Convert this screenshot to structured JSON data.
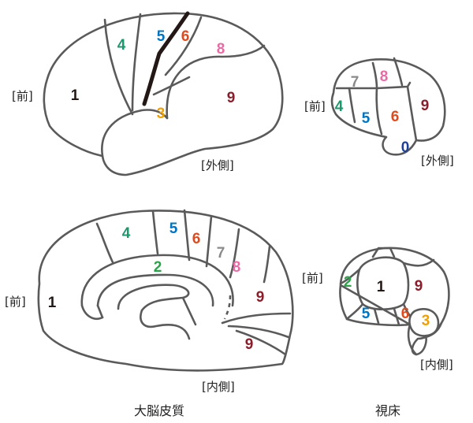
{
  "colors": {
    "1": "#231815",
    "2": "#2aa34a",
    "3": "#f0a000",
    "4": "#1a9a6c",
    "5": "#0075c2",
    "6": "#e04a1c",
    "7": "#8a8a8a",
    "8": "#ea6aa6",
    "9": "#8b1e2a",
    "0": "#1e3f96"
  },
  "cortex_lateral": {
    "front_label": "[前]",
    "view_label": "[外側]",
    "regions": [
      "1",
      "3",
      "4",
      "5",
      "6",
      "8",
      "9"
    ]
  },
  "cortex_medial": {
    "front_label": "[前]",
    "view_label": "[内側]",
    "regions": [
      "1",
      "2",
      "4",
      "5",
      "6",
      "7",
      "8",
      "9",
      "9"
    ]
  },
  "thalamus_lateral": {
    "front_label": "[前]",
    "view_label": "[外側]",
    "regions": [
      "7",
      "8",
      "4",
      "5",
      "6",
      "9",
      "0"
    ]
  },
  "thalamus_medial": {
    "front_label": "[前]",
    "view_label": "[内側]",
    "regions": [
      "2",
      "1",
      "9",
      "5",
      "6",
      "3"
    ]
  },
  "captions": {
    "cortex": "大脳皮質",
    "thalamus": "視床"
  }
}
